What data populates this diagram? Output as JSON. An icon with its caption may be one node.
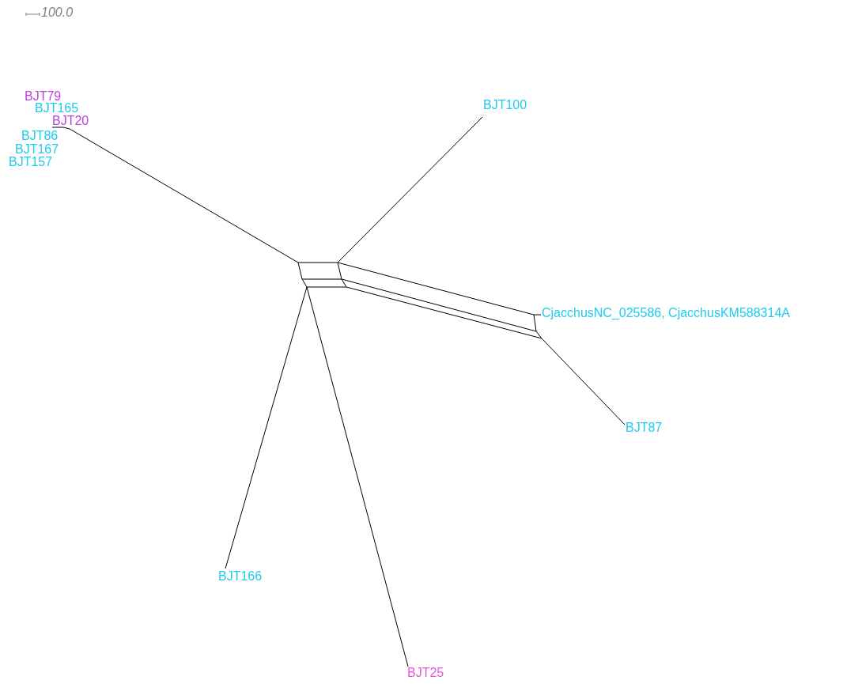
{
  "diagram": {
    "nodes": [
      {
        "text": [
          "BJT79"
        ]
      },
      {
        "text": [
          "BJT165"
        ]
      },
      {
        "text": [
          "BJT20"
        ]
      },
      {
        "text": [
          "BJT86"
        ]
      },
      {
        "text": [
          "BJT167"
        ]
      },
      {
        "text": [
          "BJT157"
        ]
      },
      {
        "text": [
          "BJT100"
        ]
      },
      {
        "text": [
          "CjacchusNC_025586, CjacchusKM588314A"
        ]
      },
      {
        "text": [
          "BJT87"
        ]
      },
      {
        "text": [
          "BJT166"
        ]
      },
      {
        "text": [
          "BJT25"
        ]
      },
      {
        "text": [],
        "shape": "box"
      },
      {
        "text": [],
        "shape": "box"
      }
    ],
    "edges": [
      {
        "from": 2,
        "to": 11,
        "arrow": "none"
      },
      {
        "from": 6,
        "to": 11,
        "arrow": "none"
      },
      {
        "from": 7,
        "to": 12,
        "arrow": "none"
      },
      {
        "from": 8,
        "to": 12,
        "arrow": "none"
      },
      {
        "from": 9,
        "to": 11,
        "arrow": "none"
      },
      {
        "from": 10,
        "to": 11,
        "arrow": "none"
      },
      {
        "from": 11,
        "to": 12,
        "arrow": "none"
      }
    ],
    "labels": [
      "100.0"
    ]
  }
}
